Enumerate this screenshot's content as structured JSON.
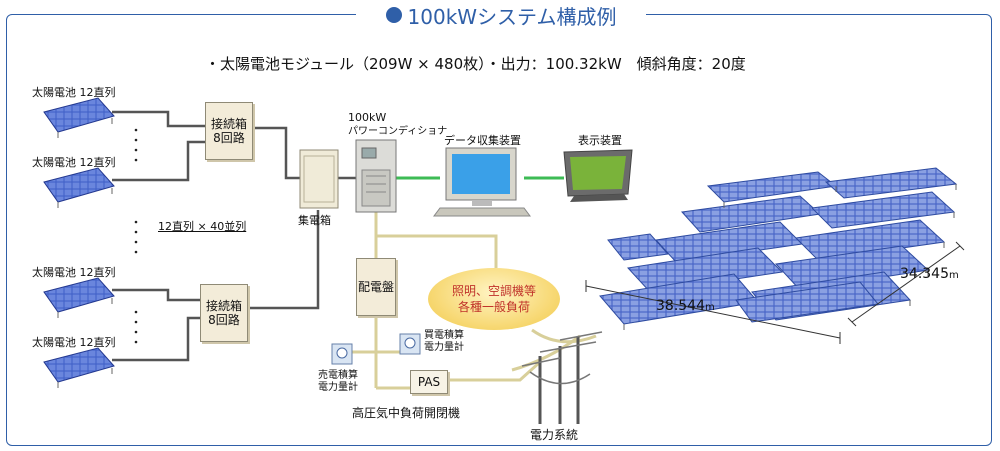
{
  "title": "100kWシステム構成例",
  "spec": "・太陽電池モジュール（209W × 480枚）・出力：100.32kW　傾斜角度：20度",
  "panel_labels": [
    "太陽電池 12直列",
    "太陽電池 12直列",
    "太陽電池 12直列",
    "太陽電池 12直列"
  ],
  "array_label": "12直列 × 40並列",
  "junction_box": [
    "接続箱",
    "8回路"
  ],
  "collector_box": "集電箱",
  "pcs_label": [
    "100kW",
    "パワーコンディショナ"
  ],
  "data_collector": "データ収集装置",
  "display_device": "表示装置",
  "distribution_panel": "配電盤",
  "load": [
    "照明、空調機等",
    "各種一般負荷"
  ],
  "meter_buy": [
    "買電積算",
    "電力量計"
  ],
  "meter_sell": [
    "売電積算",
    "電力量計"
  ],
  "pas": "PAS",
  "pas_label": "高圧気中負荷開閉機",
  "grid_label": "電力系統",
  "dim_width": "38.544",
  "dim_depth": "34.345",
  "dim_unit": "m",
  "colors": {
    "accent": "#2f5fa8",
    "data_line": "#3dbb55",
    "power_line": "#555555",
    "ac_line": "#d8cf9a"
  }
}
